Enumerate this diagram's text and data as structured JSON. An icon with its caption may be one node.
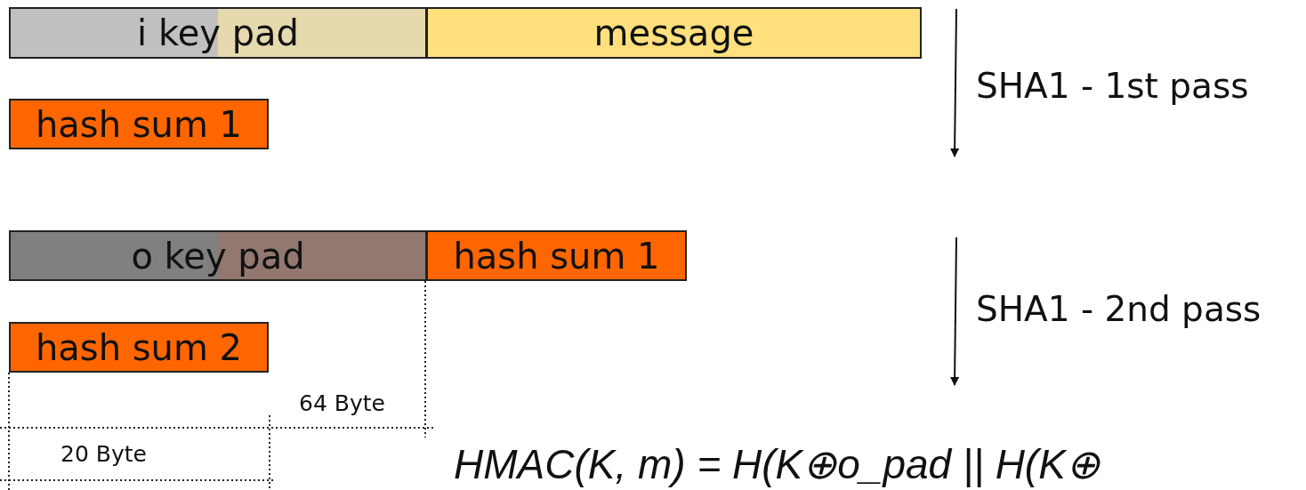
{
  "diagram": {
    "nodes": [
      {
        "text": [
          "i key pad"
        ]
      },
      {
        "text": [
          "message"
        ]
      },
      {
        "text": [
          "hash sum 1"
        ]
      },
      {
        "text": [
          "o key pad"
        ]
      },
      {
        "text": [
          "hash sum 1"
        ]
      },
      {
        "text": [
          "hash sum 2"
        ]
      }
    ],
    "labels": [
      "SHA1 - 1st pass",
      "SHA1 - 2nd pass",
      "64 Byte",
      "20 Byte",
      "HMAC(K, m) = H(K⊕o_pad || H(K⊕"
    ]
  }
}
